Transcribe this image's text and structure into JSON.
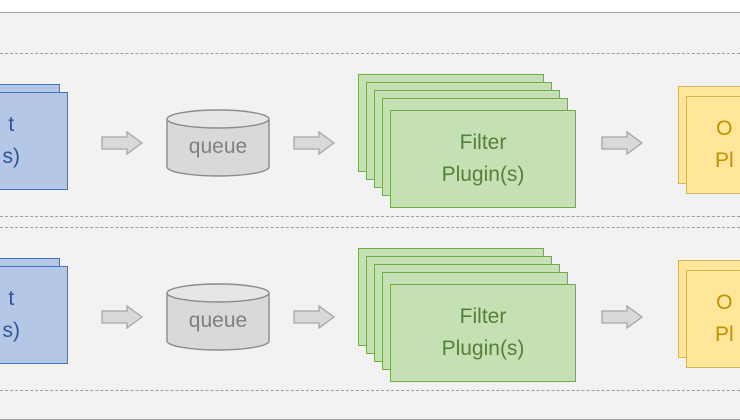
{
  "rows": [
    {
      "input_label": "t\ns)",
      "queue_label": "queue",
      "filter_label": "Filter\nPlugin(s)",
      "output_label": "O\nPl"
    },
    {
      "input_label": "t\ns)",
      "queue_label": "queue",
      "filter_label": "Filter\nPlugin(s)",
      "output_label": "O\nPl"
    }
  ],
  "colors": {
    "input": "#b4c7e7",
    "queue": "#d9d9d9",
    "filter": "#c5e0b4",
    "output": "#ffe699",
    "arrow": "#bfbfbf"
  },
  "icons": {
    "queue": "cylinder-icon",
    "flow": "right-arrow-icon"
  }
}
